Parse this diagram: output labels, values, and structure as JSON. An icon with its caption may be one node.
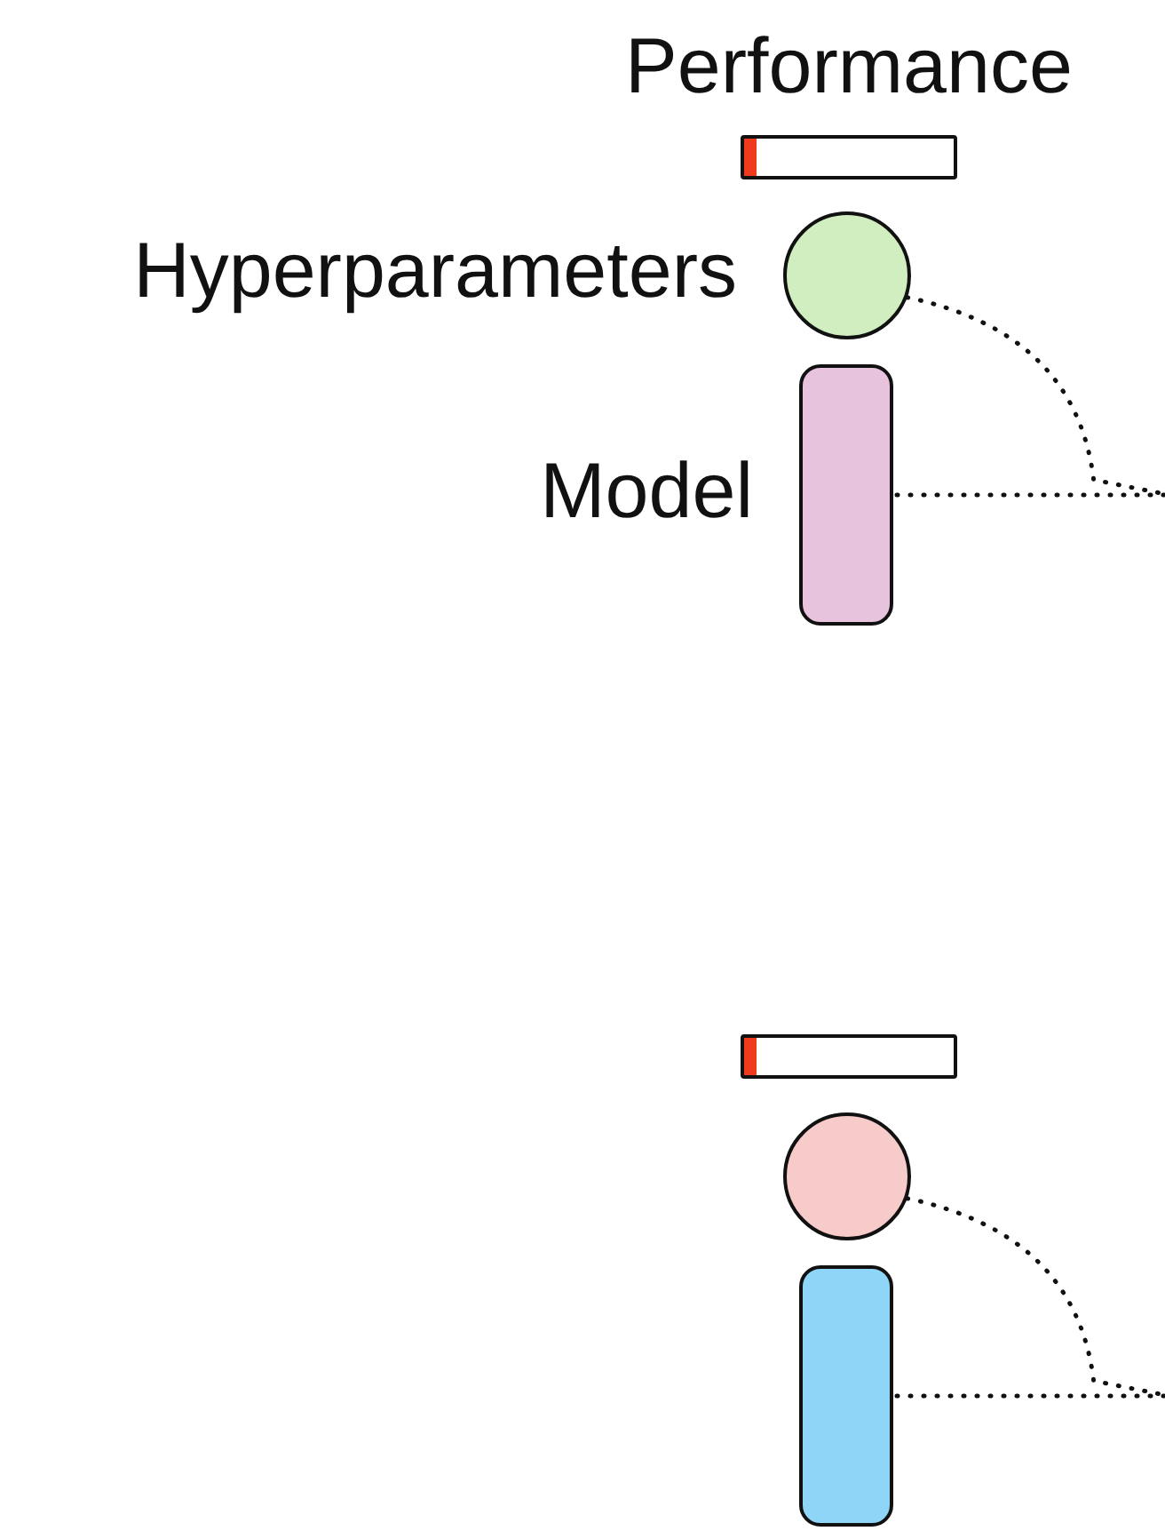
{
  "diagram": {
    "nodes": [
      {
        "text": [
          "Performance"
        ]
      },
      {
        "text": [
          "Hyperparameters"
        ]
      },
      {
        "text": [
          "Model"
        ]
      },
      {
        "text": [],
        "shape": "bar"
      },
      {
        "text": [],
        "shape": "circle"
      },
      {
        "text": [],
        "shape": "box"
      }
    ],
    "edges": [
      {
        "from": 1,
        "to": null,
        "arrow": "none",
        "style": "dashed"
      },
      {
        "from": 2,
        "to": null,
        "arrow": "none",
        "style": "dashed"
      },
      {
        "from": 4,
        "to": null,
        "arrow": "none",
        "style": "dashed"
      },
      {
        "from": 5,
        "to": null,
        "arrow": "none",
        "style": "dashed"
      }
    ]
  }
}
